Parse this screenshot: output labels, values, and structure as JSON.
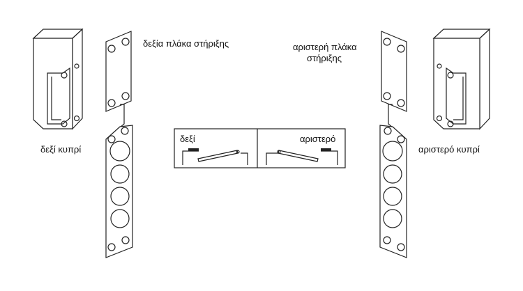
{
  "labels": {
    "right_plate": "δεξία πλάκα στήριξης",
    "right_strike": "δεξί κυπρί",
    "left_plate_line1": "αριστερή πλάκα",
    "left_plate_line2": "στήριξης",
    "left_strike": "αριστερό κυπρί"
  },
  "legend": {
    "right": "δεξί",
    "left": "αριστερό"
  }
}
